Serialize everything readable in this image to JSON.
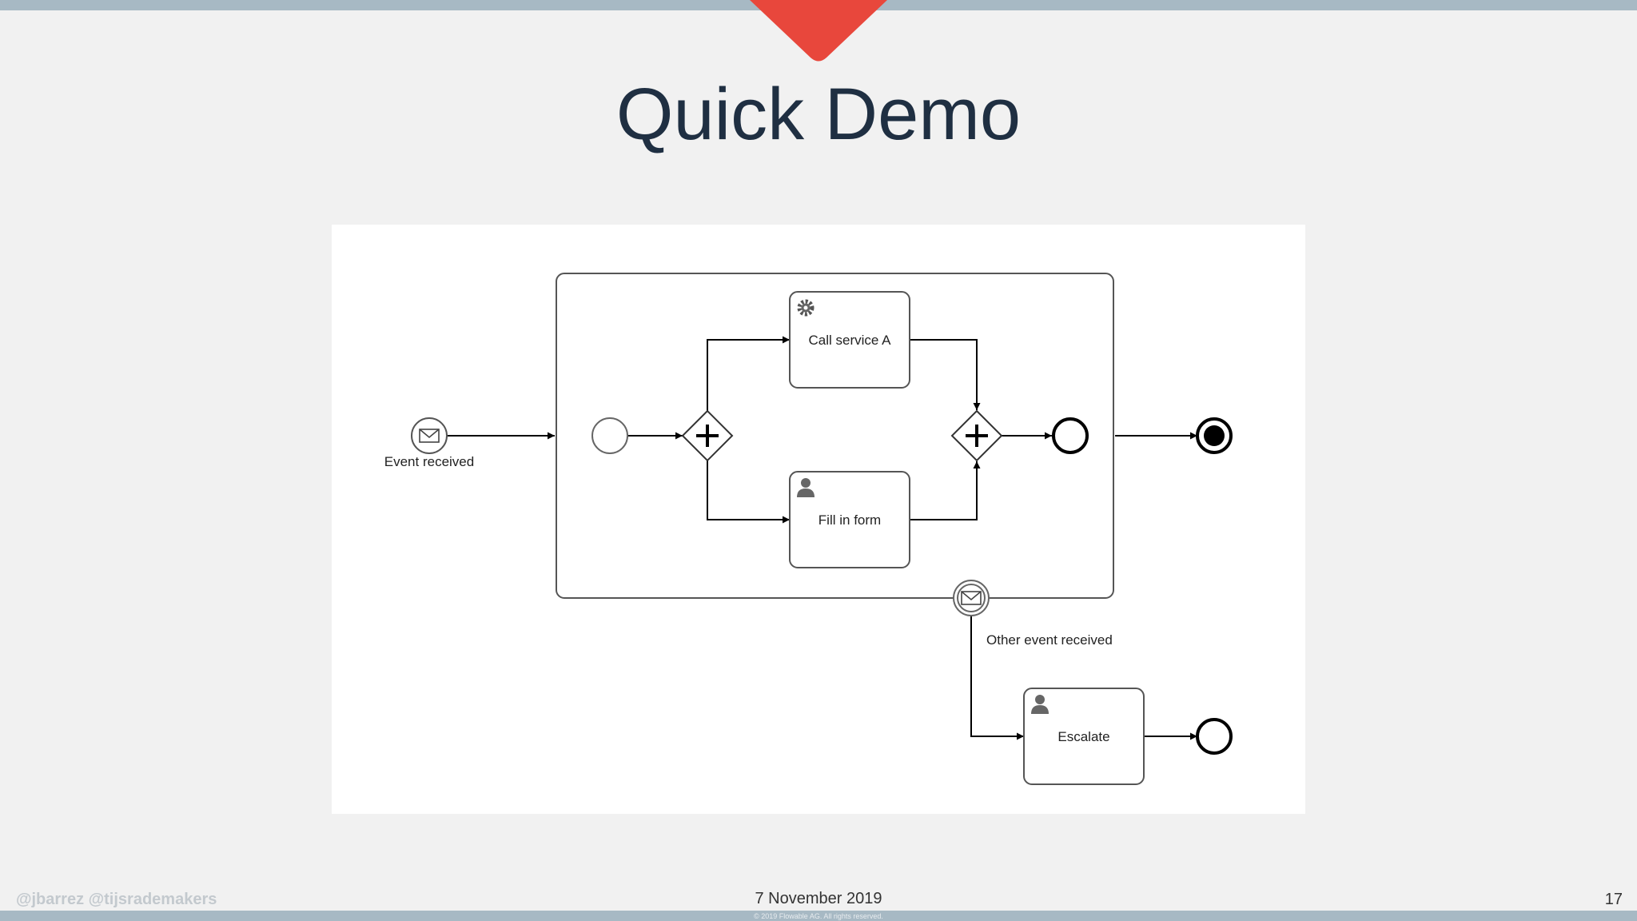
{
  "slide": {
    "title": "Quick Demo",
    "accent_color": "#e8473c",
    "bar_color": "#a7b9c4"
  },
  "diagram": {
    "labels": {
      "start_event": "Event received",
      "task_call_service": "Call service A",
      "task_fill_form": "Fill in form",
      "boundary_event": "Other event received",
      "task_escalate": "Escalate"
    },
    "icons": {
      "start_event": "envelope-icon",
      "boundary_event": "envelope-icon",
      "task_call_service": "gear-icon",
      "task_fill_form": "user-icon",
      "task_escalate": "user-icon",
      "gateways": "parallel-plus-icon"
    }
  },
  "footer": {
    "handles": "@jbarrez @tijsrademakers",
    "date": "7 November 2019",
    "copyright": "© 2019 Flowable AG. All rights reserved.",
    "page_number": "17"
  }
}
